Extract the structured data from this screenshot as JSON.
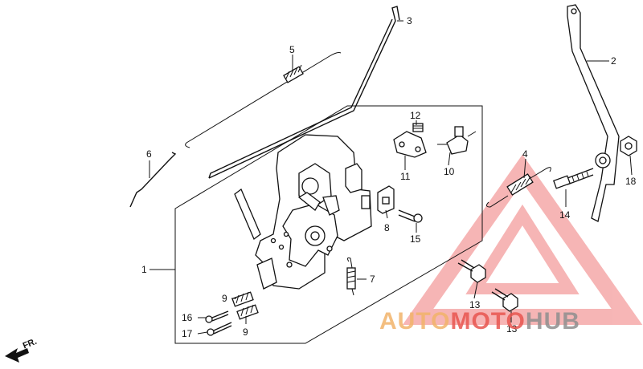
{
  "diagram": {
    "callouts": [
      {
        "id": "c1",
        "text": "1"
      },
      {
        "id": "c2",
        "text": "2"
      },
      {
        "id": "c3",
        "text": "3"
      },
      {
        "id": "c5",
        "text": "5"
      },
      {
        "id": "c6",
        "text": "6"
      },
      {
        "id": "c7",
        "text": "7"
      },
      {
        "id": "c8",
        "text": "8"
      },
      {
        "id": "c9a",
        "text": "9"
      },
      {
        "id": "c9b",
        "text": "9"
      },
      {
        "id": "c10",
        "text": "10"
      },
      {
        "id": "c11",
        "text": "11"
      },
      {
        "id": "c12",
        "text": "12"
      },
      {
        "id": "c13a",
        "text": "13"
      },
      {
        "id": "c13b",
        "text": "13"
      },
      {
        "id": "c14",
        "text": "14"
      },
      {
        "id": "c15",
        "text": "15"
      },
      {
        "id": "c16",
        "text": "16"
      },
      {
        "id": "c17",
        "text": "17"
      },
      {
        "id": "c18",
        "text": "18"
      },
      {
        "id": "c4",
        "text": "4"
      }
    ],
    "direction_label": "FR.",
    "watermark": {
      "part1": "AUTO",
      "part2": "MOTO",
      "part3": "HUB",
      "color_orange": "#f2b36a",
      "color_red": "#e8554f",
      "color_gray": "#8f8f8f"
    }
  }
}
